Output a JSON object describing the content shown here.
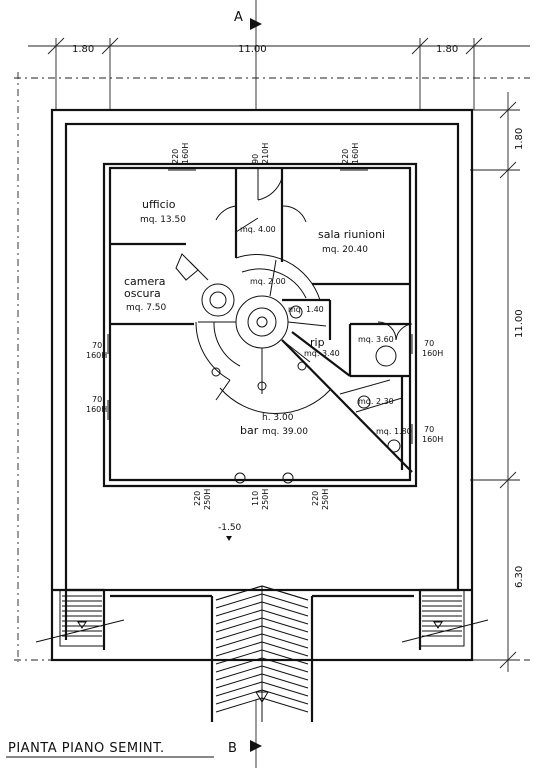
{
  "title": "PIANTA PIANO SEMINT.",
  "sections": {
    "top": "A",
    "bottom": "B"
  },
  "dimensions": {
    "top_left": "1.80",
    "top_center": "11.00",
    "top_right": "1.80",
    "right_top": "1.80",
    "right_middle": "11.00",
    "right_bottom": "6.30"
  },
  "rooms": [
    {
      "name": "ufficio",
      "area": "mq. 13.50"
    },
    {
      "name": "sala riunioni",
      "area": "mq. 20.40"
    },
    {
      "name": "camera",
      "name2": "oscura",
      "area": "mq. 7.50"
    },
    {
      "name": "bar",
      "height": "h. 3.00",
      "area": "mq. 39.00"
    }
  ],
  "small_areas": [
    "mq. 4.00",
    "mq. 2.00",
    "mq. 1.40",
    "mq. 3.40",
    "mq. 3.60",
    "mq. 2.30",
    "mq. 1.80"
  ],
  "rip_label": "rip",
  "openings": {
    "top_left": [
      "220",
      "160H"
    ],
    "top_door": [
      "90",
      "210H"
    ],
    "top_right": [
      "220",
      "160H"
    ],
    "right_1": [
      "70",
      "160H"
    ],
    "right_2": [
      "70",
      "160H"
    ],
    "left_1": [
      "70",
      "160H"
    ],
    "left_2": [
      "70",
      "160H"
    ],
    "bottom_1": [
      "220",
      "250H"
    ],
    "bottom_2": [
      "110",
      "250H"
    ],
    "bottom_3": [
      "220",
      "250H"
    ]
  },
  "level": "-1.50"
}
